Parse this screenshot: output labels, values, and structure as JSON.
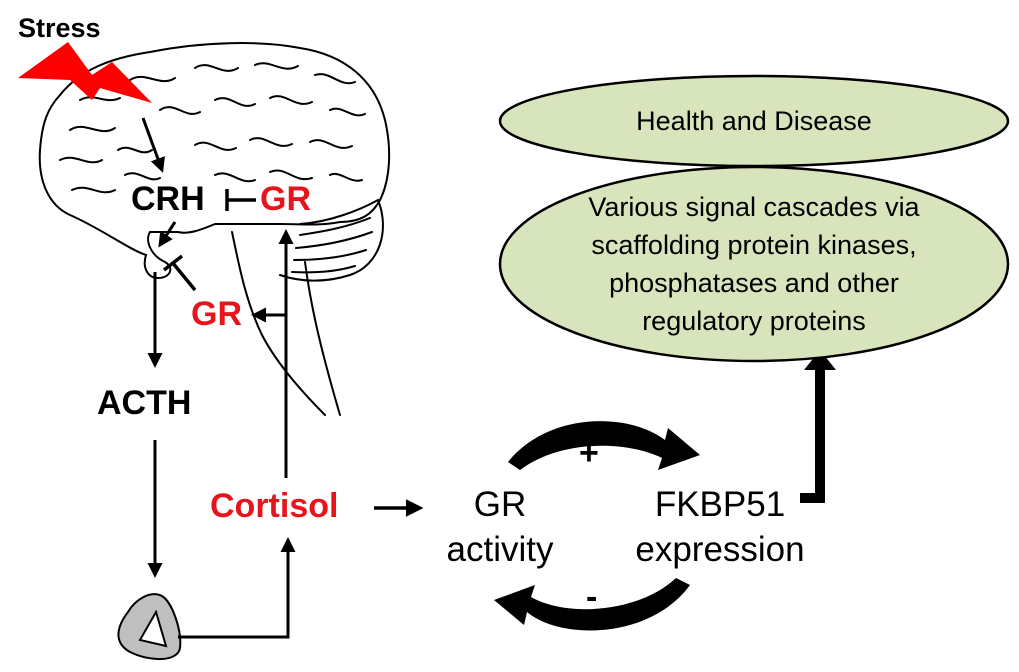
{
  "labels": {
    "stress": "Stress",
    "crh": "CRH",
    "gr_brain": "GR",
    "gr_pituitary": "GR",
    "acth": "ACTH",
    "cortisol": "Cortisol",
    "gr_activity_line1": "GR",
    "gr_activity_line2": "activity",
    "fkbp51_line1": "FKBP51",
    "fkbp51_line2": "expression",
    "plus": "+",
    "minus": "-",
    "health": "Health and Disease",
    "cascades": [
      "Various signal cascades via",
      "scaffolding protein kinases,",
      "phosphatases and other",
      "regulatory proteins"
    ]
  },
  "colors": {
    "red_text": "#e8141c",
    "lightning": "#ff0000",
    "ellipse_fill": "#d8e4bc",
    "adrenal_fill": "#bfbfbf",
    "black": "#000000"
  }
}
